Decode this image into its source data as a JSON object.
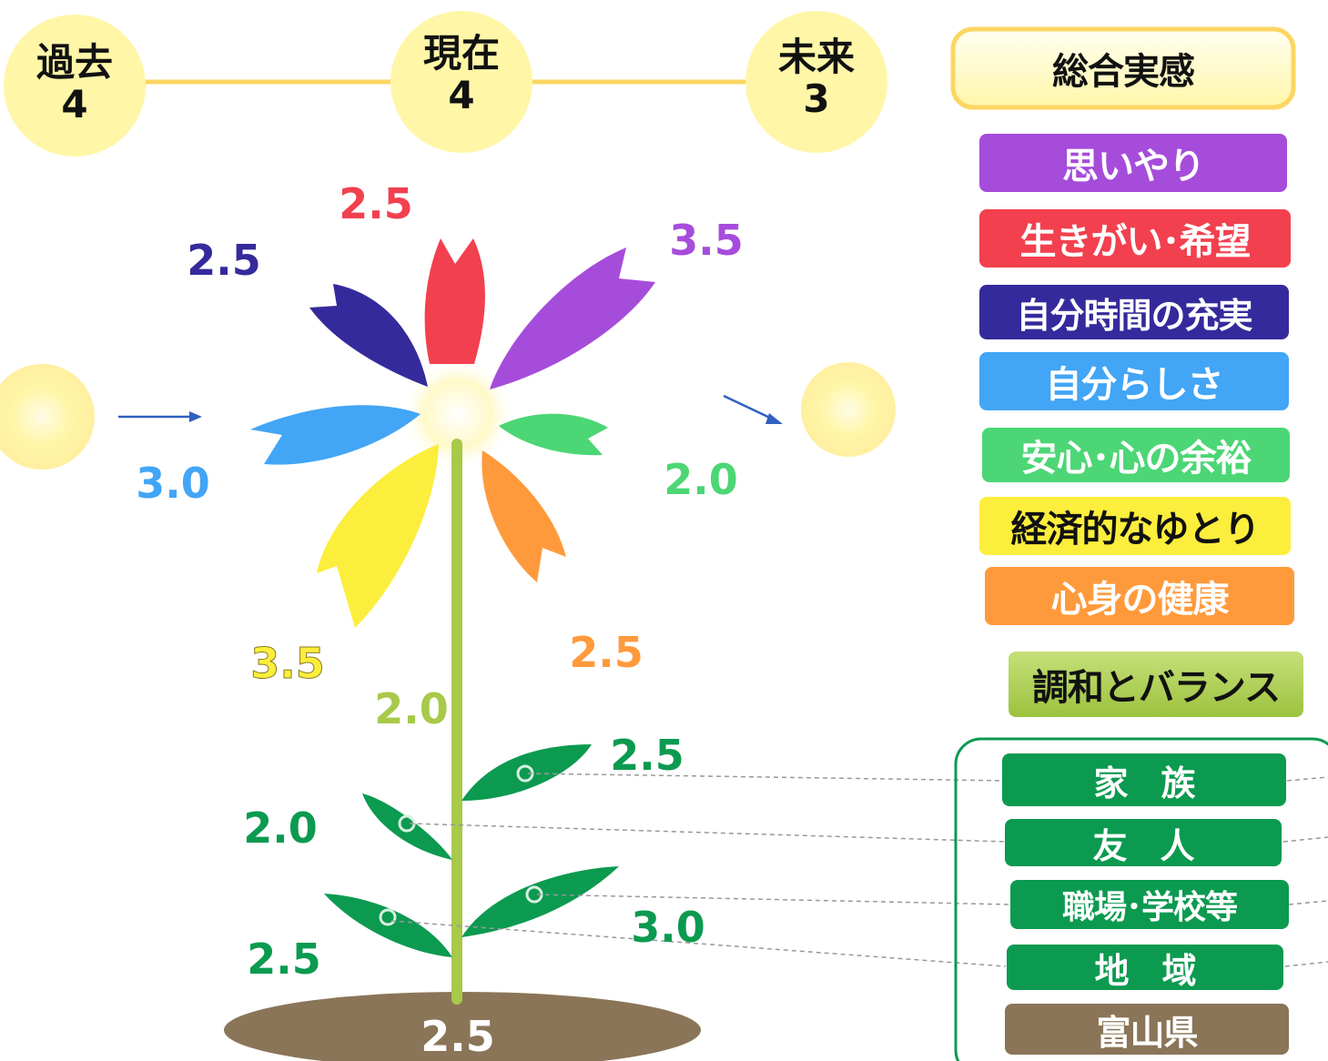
{
  "timeline": {
    "past": {
      "label": "過去",
      "value": "4"
    },
    "present": {
      "label": "現在",
      "value": "4"
    },
    "future": {
      "label": "未来",
      "value": "3"
    }
  },
  "legend": {
    "overall": "総合実感",
    "omoiyari": "思いやり",
    "ikigai": "生きがい･希望",
    "jibun_jikan": "自分時間の充実",
    "jibunrashisa": "自分らしさ",
    "anshin": "安心･心の余裕",
    "keizai": "経済的なゆとり",
    "shinshin": "心身の健康",
    "chowa": "調和とバランス",
    "kazoku": "家　族",
    "yujin": "友　人",
    "shokuba": "職場･学校等",
    "chiiki": "地　域",
    "toyama": "富山県"
  },
  "values": {
    "ikigai": "2.5",
    "jibun_jikan": "2.5",
    "omoiyari": "3.5",
    "jibunrashisa": "3.0",
    "anshin": "2.0",
    "keizai": "3.5",
    "shinshin": "2.5",
    "chowa": "2.0",
    "kazoku": "2.5",
    "yujin": "2.0",
    "shokuba": "3.0",
    "chiiki": "2.5",
    "toyama": "2.5"
  },
  "colors": {
    "omoiyari": "#A64CDB",
    "ikigai": "#F2404F",
    "jibun_jikan": "#352A9C",
    "jibunrashisa": "#42A5F5",
    "anshin": "#4CD675",
    "keizai": "#FCEE3C",
    "shinshin": "#FF9A3C",
    "chowa": "#A8C94A",
    "leaf": "#0C9A50",
    "soil": "#8A7558",
    "sun": "#FFF6A8"
  }
}
